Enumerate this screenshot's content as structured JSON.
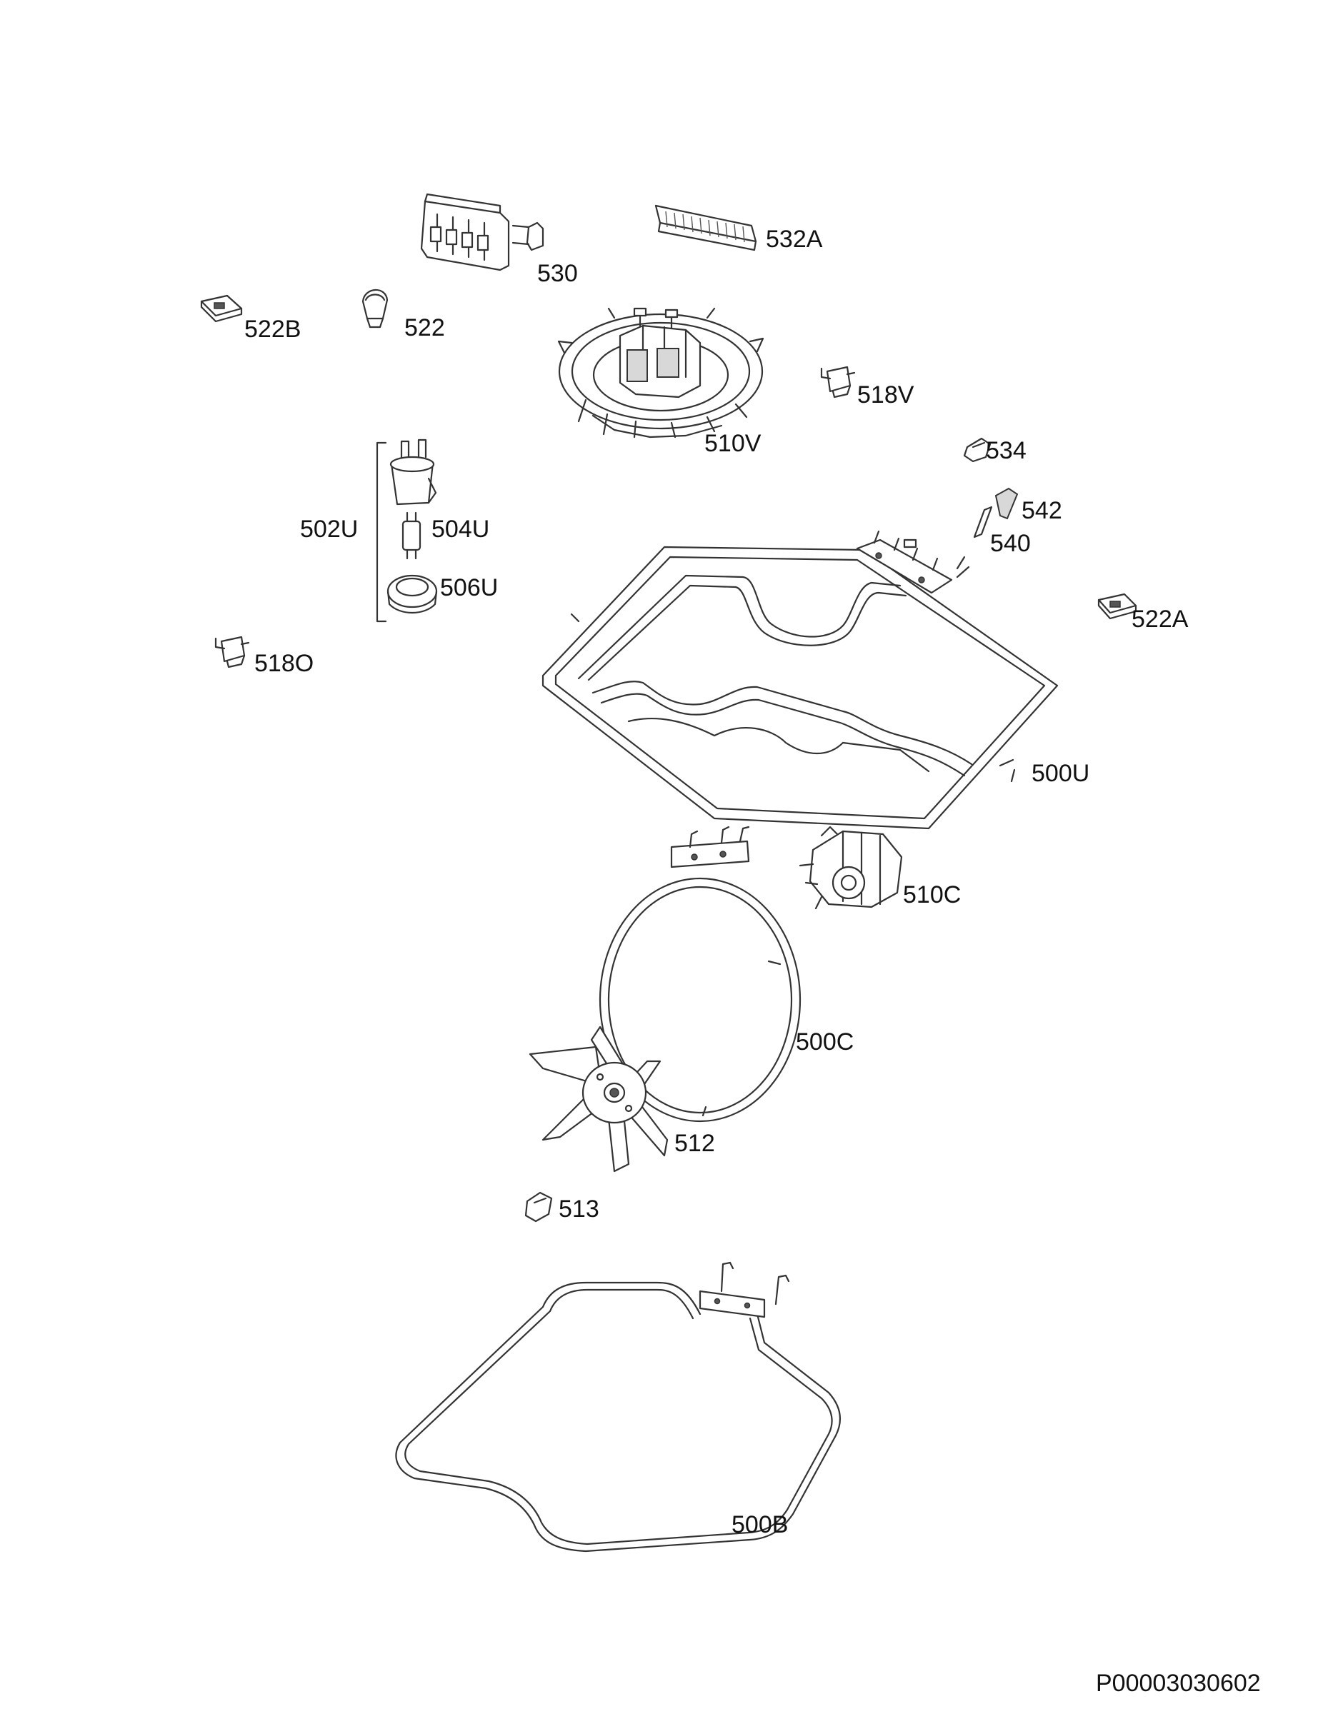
{
  "labels": {
    "p532A": "532A",
    "p530": "530",
    "p522B": "522B",
    "p522": "522",
    "p518V": "518V",
    "p510V": "510V",
    "p534": "534",
    "p542": "542",
    "p540": "540",
    "p502U": "502U",
    "p504U": "504U",
    "p506U": "506U",
    "p522A": "522A",
    "p518O": "518O",
    "p500U": "500U",
    "p510C": "510C",
    "p500C": "500C",
    "p512": "512",
    "p513": "513",
    "p500B": "500B"
  },
  "document_id": "P00003030602",
  "colors": {
    "line": "#333333",
    "text": "#111111",
    "background": "#ffffff"
  }
}
